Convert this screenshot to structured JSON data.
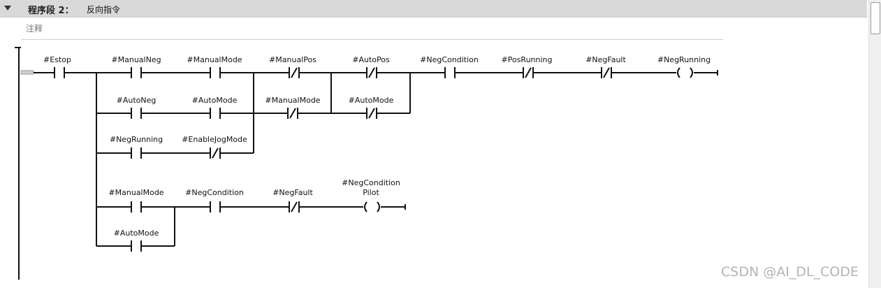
{
  "header": {
    "segment_label": "程序段 2：",
    "segment_title": "反向指令"
  },
  "comment": {
    "label": "注释"
  },
  "contacts": {
    "estop": "#Estop",
    "manual_neg": "#ManualNeg",
    "manual_mode_1": "#ManualMode",
    "manual_pos": "#ManualPos",
    "auto_pos": "#AutoPos",
    "neg_condition_1": "#NegCondition",
    "pos_running": "#PosRunning",
    "neg_fault_1": "#NegFault",
    "auto_neg": "#AutoNeg",
    "auto_mode_1": "#AutoMode",
    "manual_mode_2": "#ManualMode",
    "auto_mode_2": "#AutoMode",
    "neg_running_contact": "#NegRunning",
    "enable_jog_mode": "#EnableJogMode",
    "manual_mode_3": "#ManualMode",
    "neg_condition_2": "#NegCondition",
    "neg_fault_2": "#NegFault",
    "auto_mode_3": "#AutoMode"
  },
  "coils": {
    "neg_running": "#NegRunning",
    "neg_condition_pilot_line1": "#NegCondition",
    "neg_condition_pilot_line2": "Pilot"
  },
  "watermark": "CSDN @AI_DL_CODE"
}
